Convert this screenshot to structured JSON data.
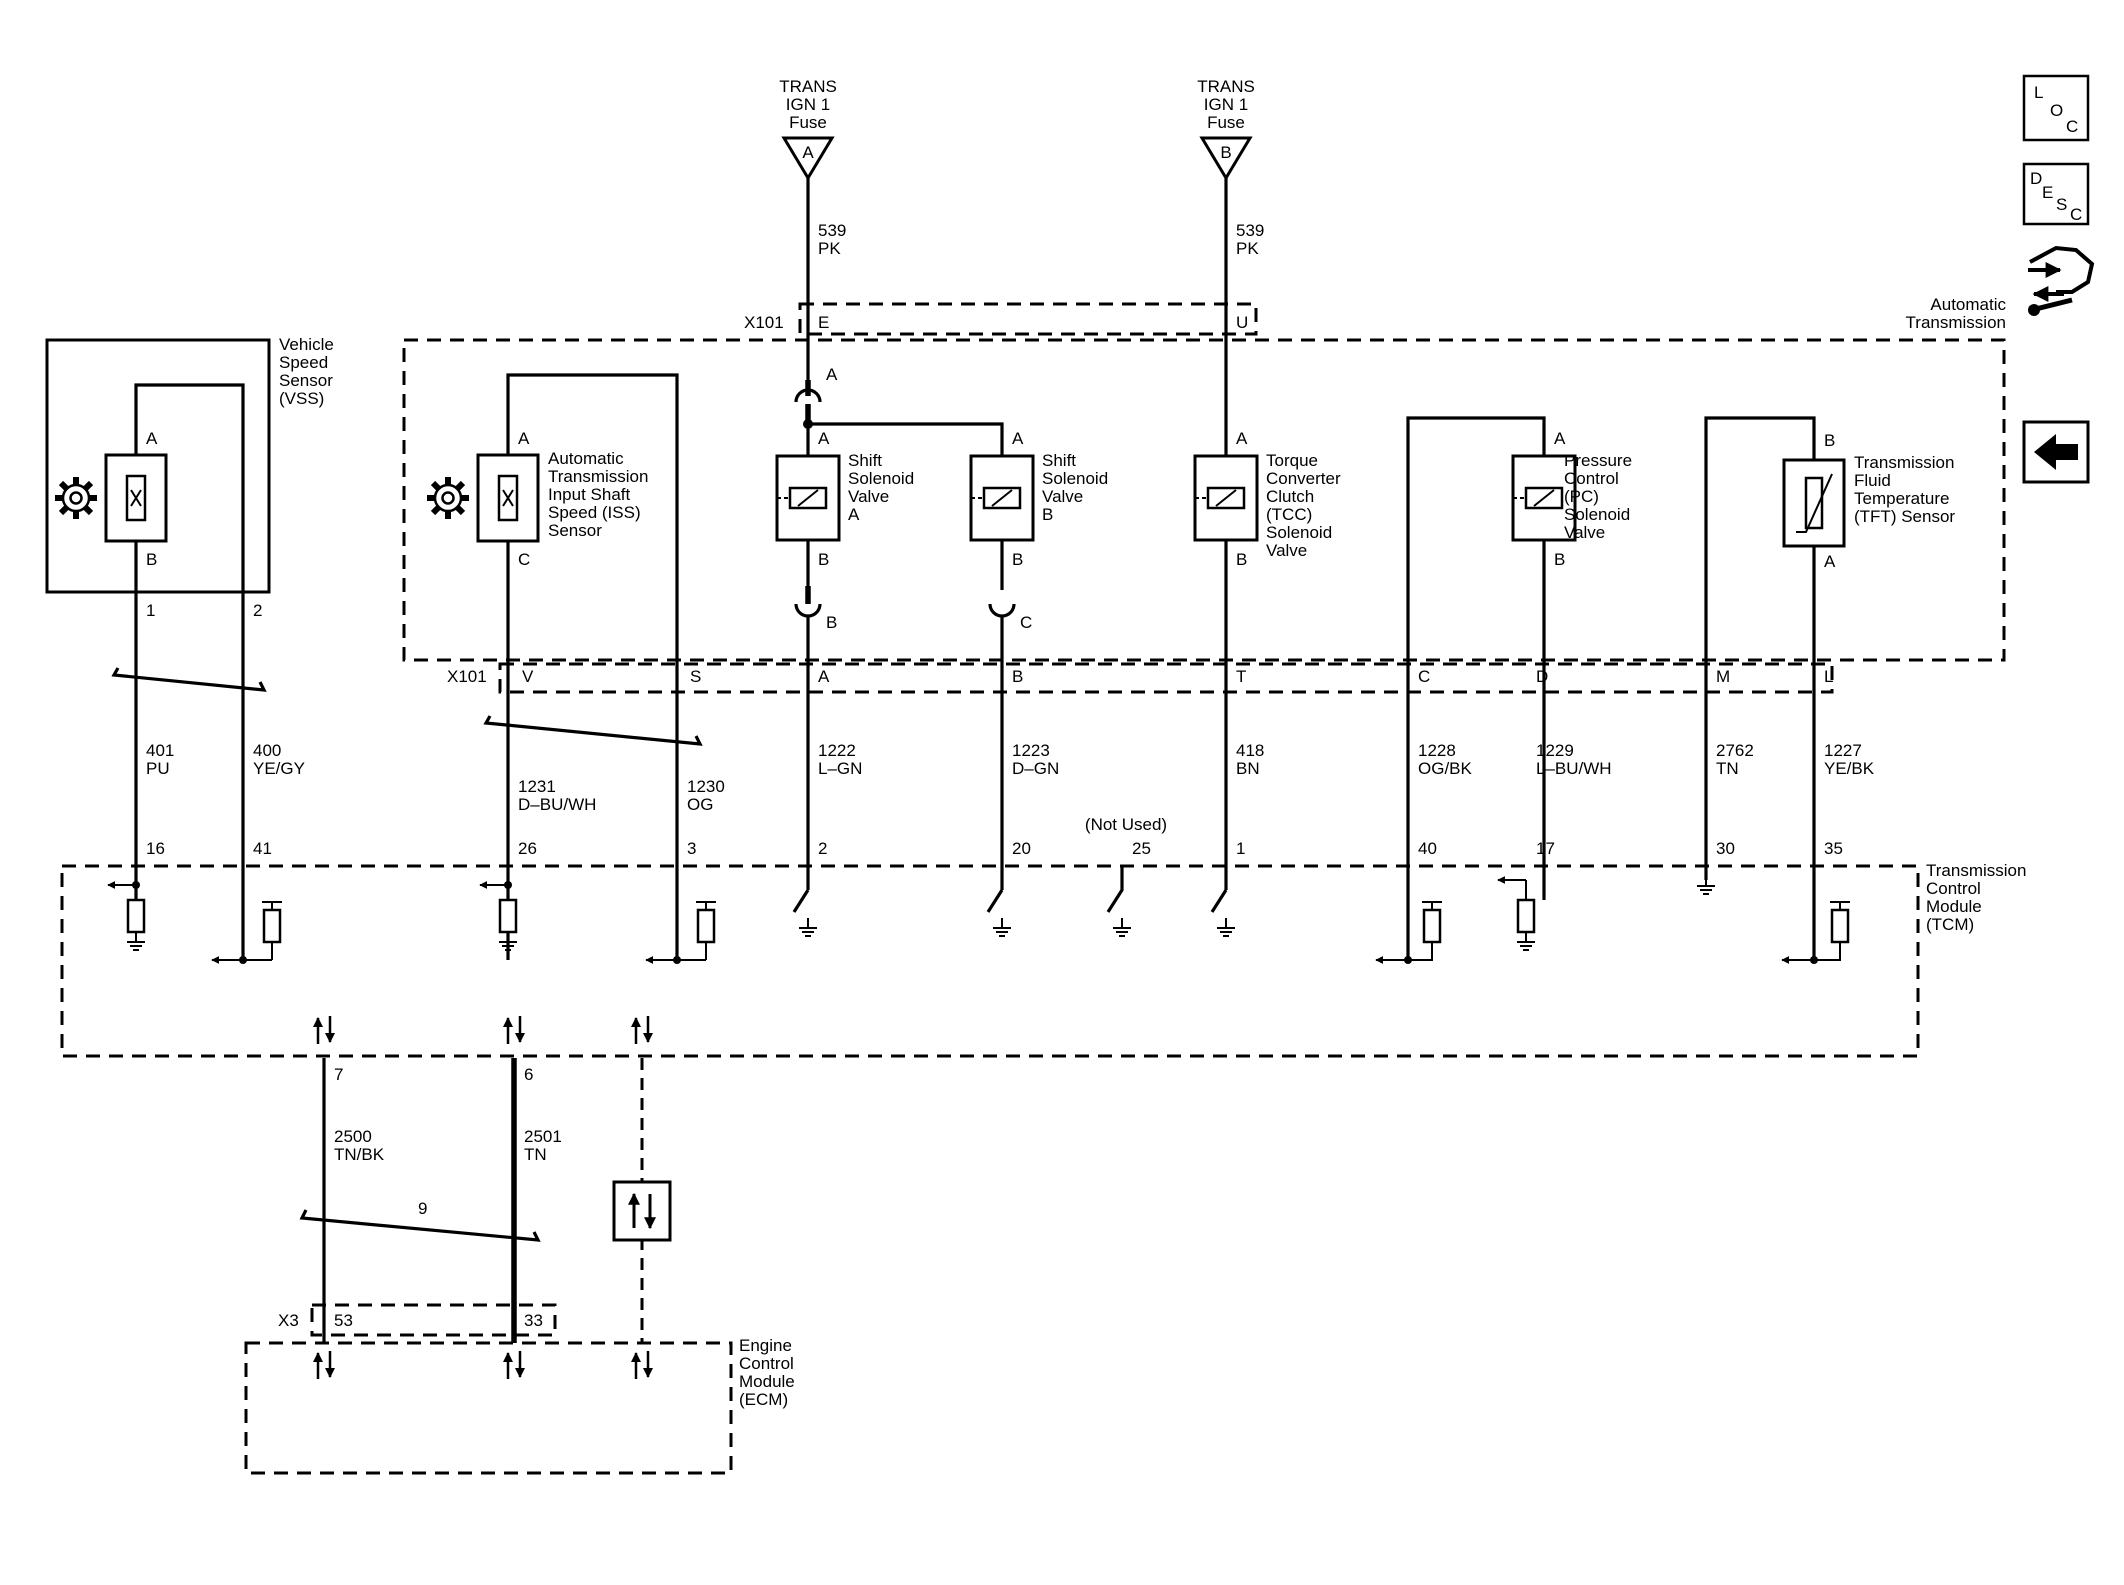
{
  "fuses": [
    {
      "l1": "TRANS",
      "l2": "IGN 1",
      "l3": "Fuse",
      "pin": "A",
      "wire_num": "539",
      "wire_color": "PK"
    },
    {
      "l1": "TRANS",
      "l2": "IGN 1",
      "l3": "Fuse",
      "pin": "B",
      "wire_num": "539",
      "wire_color": "PK"
    }
  ],
  "connectors": {
    "x101_top": "X101",
    "x101_bottom": "X101",
    "x3": "X3"
  },
  "modules": {
    "auto_trans": [
      "Automatic",
      "Transmission"
    ],
    "tcm": [
      "Transmission",
      "Control",
      "Module",
      "(TCM)"
    ],
    "ecm": [
      "Engine",
      "Control",
      "Module",
      "(ECM)"
    ]
  },
  "components": {
    "vss": {
      "name": [
        "Vehicle",
        "Speed",
        "Sensor",
        "(VSS)"
      ],
      "pin_top": "A",
      "pin_bottom": "B"
    },
    "iss": {
      "name": [
        "Automatic",
        "Transmission",
        "Input Shaft",
        "Speed (ISS)",
        "Sensor"
      ],
      "pin_top": "A",
      "pin_bottom": "C"
    },
    "ssa": {
      "name": [
        "Shift",
        "Solenoid",
        "Valve",
        "A"
      ],
      "pin_top": "A",
      "pin_bottom": "B"
    },
    "ssb": {
      "name": [
        "Shift",
        "Solenoid",
        "Valve",
        "B"
      ],
      "pin_top": "A",
      "pin_bottom": "B"
    },
    "tcc": {
      "name": [
        "Torque",
        "Converter",
        "Clutch",
        "(TCC)",
        "Solenoid",
        "Valve"
      ],
      "pin_top": "A",
      "pin_bottom": "B"
    },
    "pc": {
      "name": [
        "Pressure",
        "Control",
        "(PC)",
        "Solenoid",
        "Valve"
      ],
      "pin_top": "A",
      "pin_bottom": "B"
    },
    "tft": {
      "name": [
        "Transmission",
        "Fluid",
        "Temperature",
        "(TFT) Sensor"
      ],
      "pin_top": "B",
      "pin_bottom": "A"
    }
  },
  "splice_labels": {
    "top": "A",
    "ssa_bottom": "B",
    "ssb_bottom": "C"
  },
  "x101_top_pins": [
    "E",
    "U"
  ],
  "x101_bottom_pins": [
    "V",
    "S",
    "A",
    "B",
    "T",
    "C",
    "D",
    "M",
    "L"
  ],
  "vss_pins": [
    "1",
    "2"
  ],
  "wires": [
    {
      "num": "401",
      "color": "PU",
      "tcm_pin": "16"
    },
    {
      "num": "400",
      "color": "YE/GY",
      "tcm_pin": "41"
    },
    {
      "num": "1231",
      "color": "D–BU/WH",
      "tcm_pin": "26"
    },
    {
      "num": "1230",
      "color": "OG",
      "tcm_pin": "3"
    },
    {
      "num": "1222",
      "color": "L–GN",
      "tcm_pin": "2"
    },
    {
      "num": "1223",
      "color": "D–GN",
      "tcm_pin": "20"
    },
    {
      "num": "418",
      "color": "BN",
      "tcm_pin": "1"
    },
    {
      "num": "1228",
      "color": "OG/BK",
      "tcm_pin": "40"
    },
    {
      "num": "1229",
      "color": "L–BU/WH",
      "tcm_pin": "17"
    },
    {
      "num": "2762",
      "color": "TN",
      "tcm_pin": "30"
    },
    {
      "num": "1227",
      "color": "YE/BK",
      "tcm_pin": "35"
    }
  ],
  "not_used": {
    "label": "(Not Used)",
    "pin": "25"
  },
  "serial": [
    {
      "tcm_pin": "7",
      "num": "2500",
      "color": "TN/BK",
      "ecm_pin": "53"
    },
    {
      "tcm_pin": "6",
      "num": "2501",
      "color": "TN",
      "ecm_pin": "33"
    }
  ],
  "twist_count": "9",
  "nav": {
    "loc": [
      "L",
      "O",
      "C"
    ],
    "desc": [
      "D",
      "E",
      "S",
      "C"
    ]
  }
}
